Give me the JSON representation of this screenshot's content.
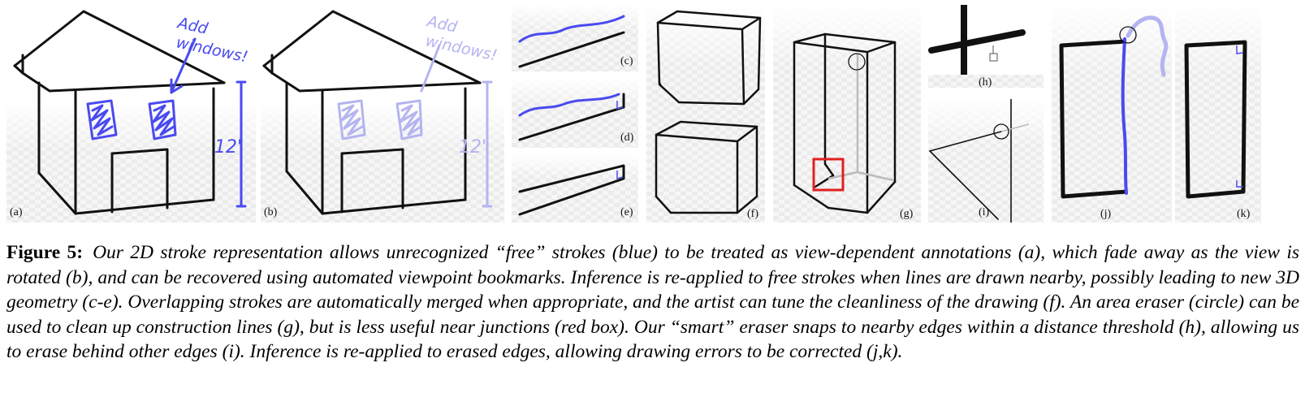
{
  "figure": {
    "panels": [
      {
        "id": "a",
        "label": "(a)"
      },
      {
        "id": "b",
        "label": "(b)"
      },
      {
        "id": "c",
        "label": "(c)"
      },
      {
        "id": "d",
        "label": "(d)"
      },
      {
        "id": "e",
        "label": "(e)"
      },
      {
        "id": "f",
        "label": "(f)"
      },
      {
        "id": "g",
        "label": "(g)"
      },
      {
        "id": "h",
        "label": "(h)"
      },
      {
        "id": "i",
        "label": "(i)"
      },
      {
        "id": "j",
        "label": "(j)"
      },
      {
        "id": "k",
        "label": "(k)"
      }
    ],
    "annotation": {
      "line1": "Add",
      "line2": "windows!",
      "dimension": "12'"
    }
  },
  "colors": {
    "free_stroke": "#4a4af0",
    "faded_stroke": "#b4b4f0",
    "eraser_box": "#e02020",
    "ink": "#111111"
  },
  "caption": {
    "label": "Figure 5:",
    "text": "Our 2D stroke representation allows unrecognized “free” strokes (blue) to be treated as view-dependent annotations (a), which fade away as the view is rotated (b), and can be recovered using automated viewpoint bookmarks. Inference is re-applied to free strokes when lines are drawn nearby, possibly leading to new 3D geometry (c-e). Overlapping strokes are automatically merged when appropriate, and the artist can tune the cleanliness of the drawing (f). An area eraser (circle) can be used to clean up construction lines (g), but is less useful near junctions (red box). Our “smart” eraser snaps to nearby edges within a distance threshold (h), allowing us to erase behind other edges (i). Inference is re-applied to erased edges, allowing drawing errors to be corrected (j,k)."
  }
}
